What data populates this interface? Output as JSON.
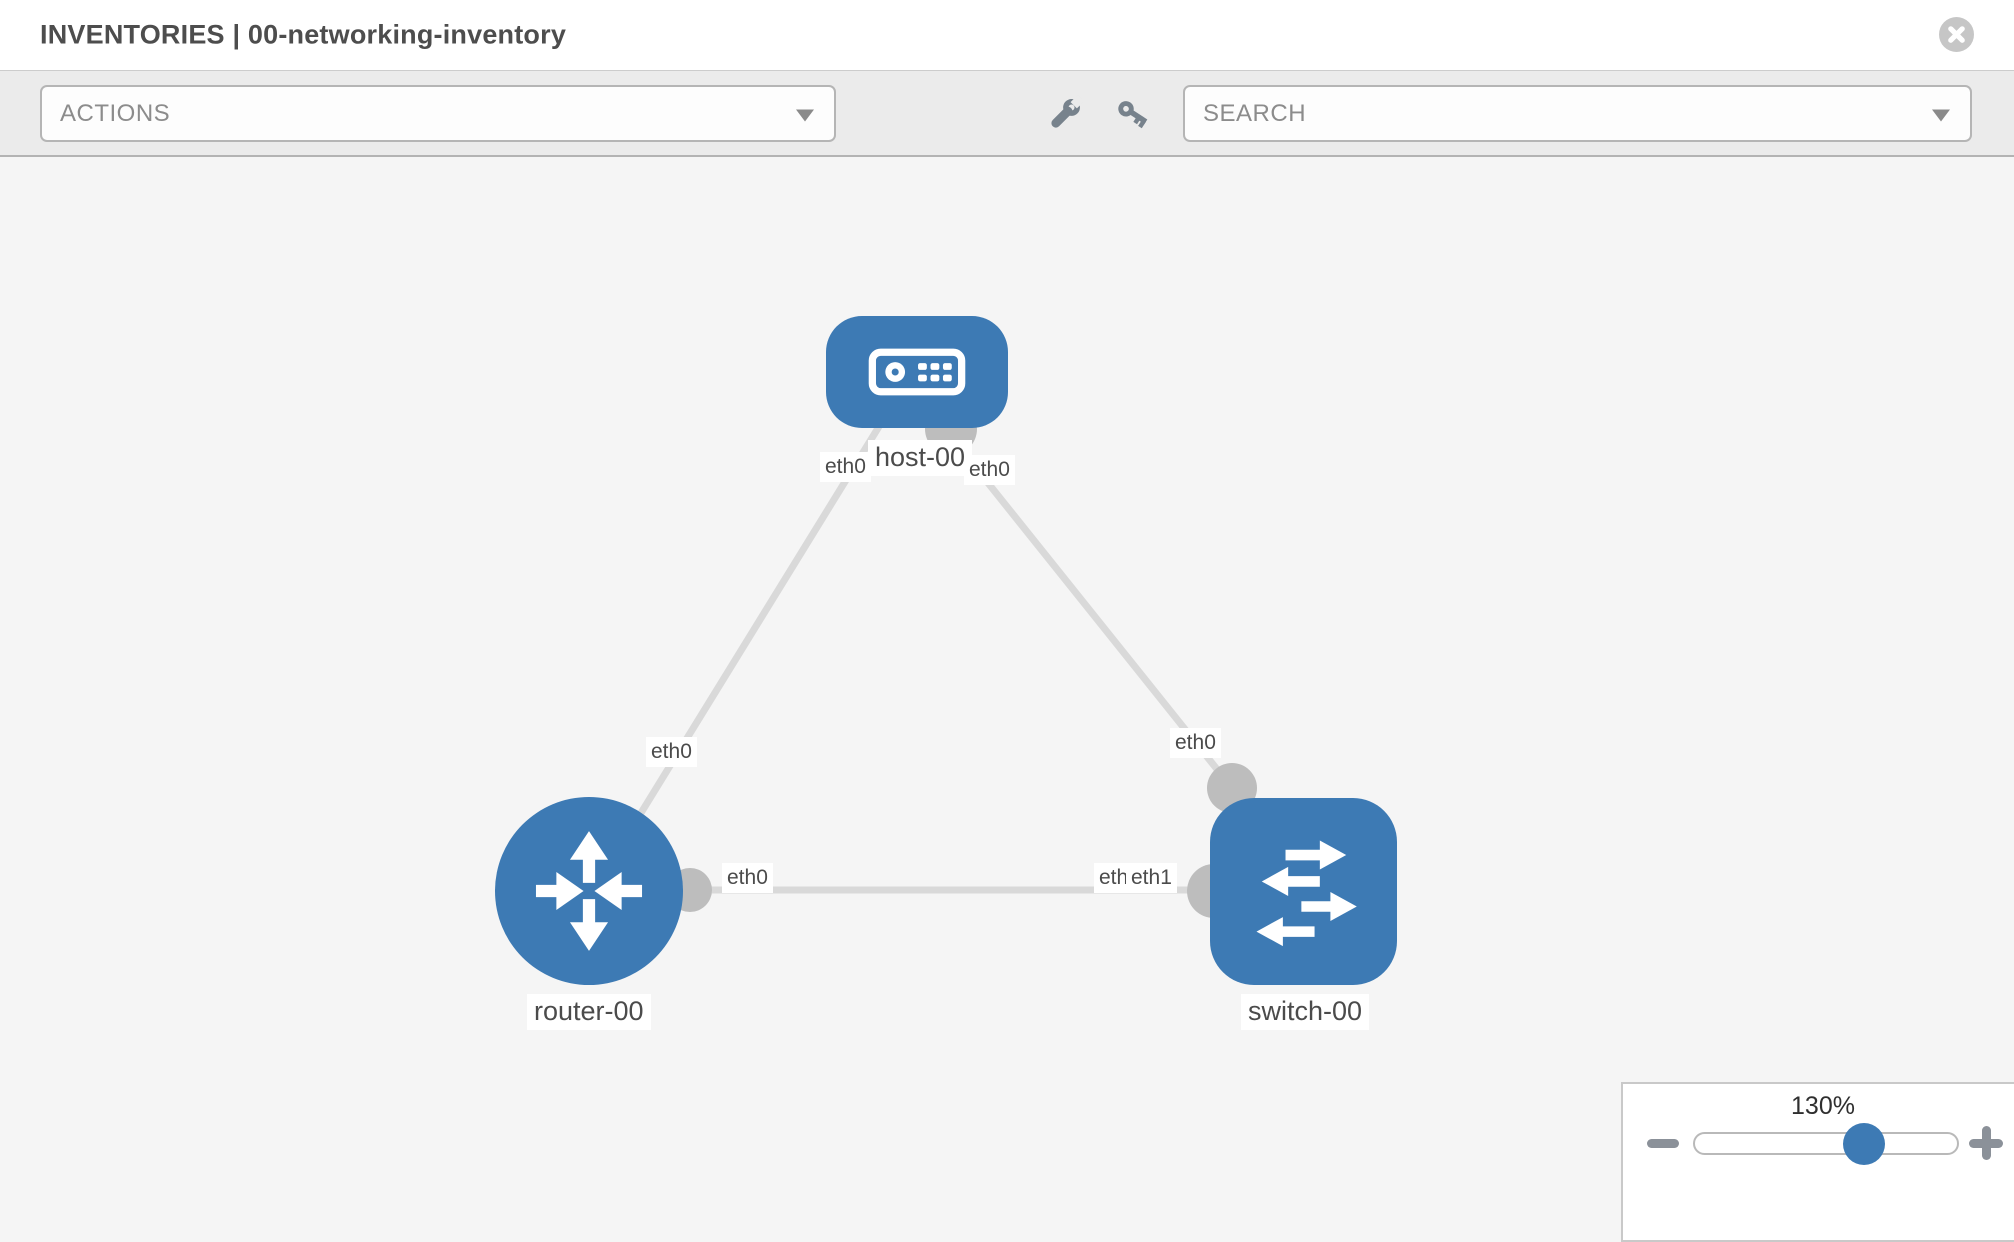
{
  "header": {
    "title": "INVENTORIES | 00-networking-inventory",
    "close_icon": "close-icon"
  },
  "toolbar": {
    "actions_label": "ACTIONS",
    "search_label": "SEARCH",
    "tool_icons": [
      "wrench-icon",
      "key-icon"
    ]
  },
  "topology": {
    "nodes": [
      {
        "label": "host-00",
        "type": "host"
      },
      {
        "label": "router-00",
        "type": "router"
      },
      {
        "label": "switch-00",
        "type": "switch"
      }
    ],
    "links": [
      {
        "from": "host-00",
        "to": "router-00",
        "from_interface": "eth0",
        "to_interface": "eth0"
      },
      {
        "from": "host-00",
        "to": "switch-00",
        "from_interface": "eth0",
        "to_interface": "eth0"
      },
      {
        "from": "router-00",
        "to": "switch-00",
        "from_interface": "eth0",
        "to_interface": "eth1"
      }
    ],
    "overlapped_label": "eth0"
  },
  "zoom": {
    "level": "130%"
  },
  "colors": {
    "node_blue": "#3d7ab4",
    "link_gray": "#d9d9d9",
    "port_gray": "#bdbdbd",
    "toolbar_icon_gray": "#77828c"
  }
}
